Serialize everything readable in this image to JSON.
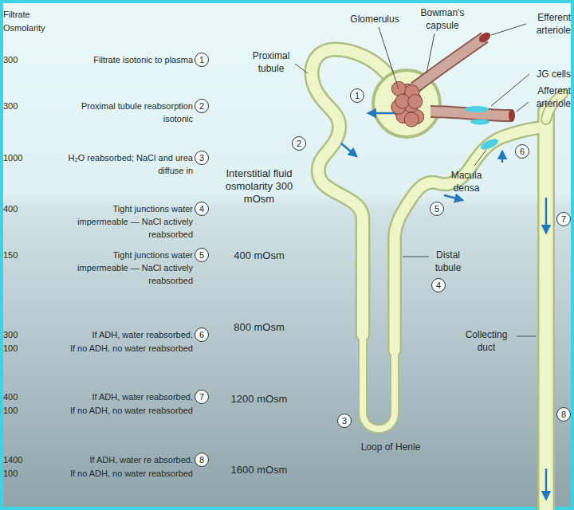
{
  "diagram": {
    "nodes": [
      {
        "text": [
          "1"
        ]
      },
      {
        "text": [
          "2"
        ]
      },
      {
        "text": [
          "3"
        ]
      },
      {
        "text": [
          "4"
        ]
      },
      {
        "text": [
          "5"
        ]
      },
      {
        "text": [
          "6"
        ]
      },
      {
        "text": [
          "7"
        ]
      },
      {
        "text": [
          "8"
        ]
      },
      {
        "text": [
          "1"
        ]
      },
      {
        "text": [
          "2"
        ]
      },
      {
        "text": [
          "3"
        ]
      },
      {
        "text": [
          "4"
        ]
      },
      {
        "text": [
          "5"
        ]
      },
      {
        "text": [
          "6"
        ]
      },
      {
        "text": [
          "7"
        ]
      },
      {
        "text": [
          "8"
        ]
      }
    ],
    "labels": [
      "Filtrate",
      "Osmolarity",
      "Filtrate isotonic to plasma",
      "300",
      "Proximal tubule reabsorption isotonic",
      "300",
      "H₂O reabsorbed; NaCl and urea diffuse in",
      "1000",
      "Tight junctions water impermeable — NaCl actively reabsorbed",
      "400",
      "Tight junctions water impermeable — NaCl actively reabsorbed",
      "150",
      "If ADH, water reabsorbed.",
      "300",
      "If no ADH, no water reabsorbed",
      "100",
      "If ADH, water reabsorbed.",
      "400",
      "If no ADH, no water reabsorbed",
      "100",
      "If ADH, water re absorbed.",
      "1400",
      "If no ADH, no water reabsorbed",
      "100",
      "Interstitial fluid osmolarity 300 mOsm",
      "400 mOsm",
      "800 mOsm",
      "1200 mOsm",
      "1600 mOsm",
      "Glomerulus",
      "Bowman's capsule",
      "Efferent arteriole",
      "JG cells",
      "Afferent arteriole",
      "Proximal tubule",
      "Macula densa",
      "Distal tubule",
      "Collecting duct",
      "Loop of Henle"
    ]
  }
}
